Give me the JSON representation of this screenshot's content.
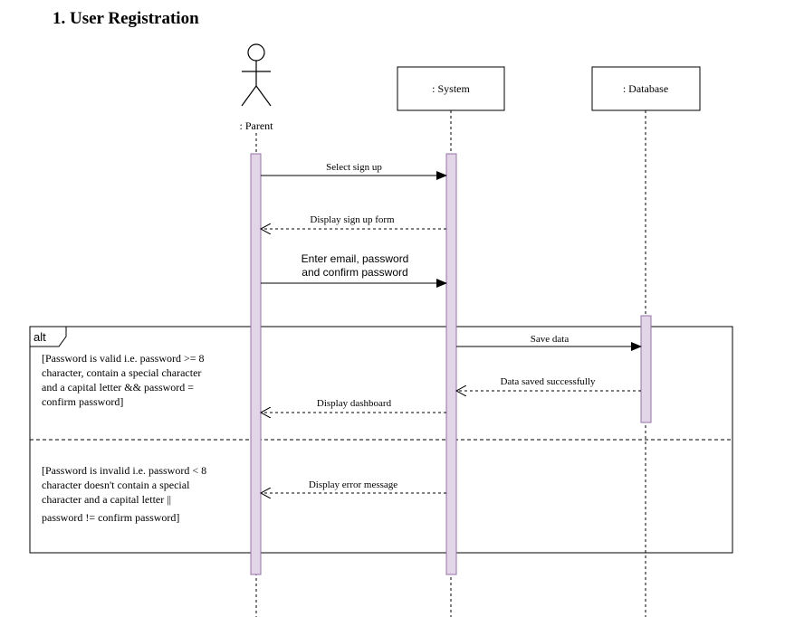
{
  "title": "1.   User Registration",
  "colors": {
    "activation_fill": "#e1d5e7",
    "activation_stroke": "#9673a6",
    "line": "#000000"
  },
  "participants": [
    {
      "id": "parent",
      "label": ": Parent",
      "kind": "actor"
    },
    {
      "id": "system",
      "label": ": System",
      "kind": "object"
    },
    {
      "id": "database",
      "label": ": Database",
      "kind": "object"
    }
  ],
  "messages": [
    {
      "id": "select-sign-up",
      "label": "Select sign up",
      "from": "parent",
      "to": "system",
      "style": "sync"
    },
    {
      "id": "display-sign-up-form",
      "label": "Display sign up form",
      "from": "system",
      "to": "parent",
      "style": "return"
    },
    {
      "id": "enter-credentials",
      "label_lines": [
        "Enter email, password",
        "and confirm password"
      ],
      "from": "parent",
      "to": "system",
      "style": "sync"
    },
    {
      "id": "save-data",
      "label": "Save data",
      "from": "system",
      "to": "database",
      "style": "sync"
    },
    {
      "id": "data-saved",
      "label": "Data saved successfully",
      "from": "database",
      "to": "system",
      "style": "return"
    },
    {
      "id": "display-dashboard",
      "label": "Display dashboard",
      "from": "system",
      "to": "parent",
      "style": "return"
    },
    {
      "id": "display-error",
      "label": "Display error message",
      "from": "system",
      "to": "parent",
      "style": "return"
    }
  ],
  "alt_fragment": {
    "keyword": "alt",
    "guard1_lines": [
      "[Password is valid i.e. password >= 8",
      "character, contain a special character",
      "and a capital letter && password =",
      "confirm password]"
    ],
    "guard2_lines": [
      "[Password is invalid i.e. password < 8",
      "character doesn't contain a special",
      "character and a capital letter ||",
      "password != confirm password]"
    ]
  }
}
